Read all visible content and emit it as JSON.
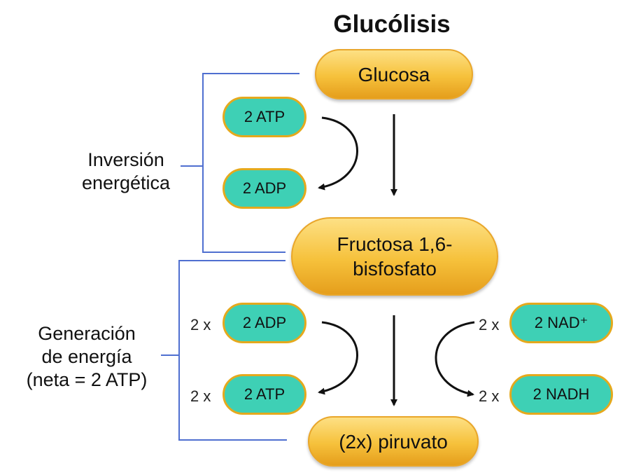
{
  "title": "Glucólisis",
  "side_labels": {
    "investment": [
      "Inversión",
      "energética"
    ],
    "generation": [
      "Generación",
      "de energía",
      "(neta = 2 ATP)"
    ]
  },
  "molecules": {
    "glucose": "Glucosa",
    "fructose": [
      "Fructosa 1,6-",
      "bisfosfato"
    ],
    "pyruvate": "(2x) piruvato"
  },
  "cofactors": {
    "atp_in": "2 ATP",
    "adp_out": "2 ADP",
    "adp_in": "2 ADP",
    "atp_out": "2 ATP",
    "nad": "2 NAD⁺",
    "nadh": "2 NADH"
  },
  "multipliers": {
    "adp": "2 x",
    "atp": "2 x",
    "nad": "2 x",
    "nadh": "2 x"
  },
  "colors": {
    "bracket": "#4f6fd0",
    "pill_gold": "#f6c13b",
    "pill_teal": "#3ed0b5",
    "teal_border": "#e5a91d",
    "arrow": "#111111"
  }
}
